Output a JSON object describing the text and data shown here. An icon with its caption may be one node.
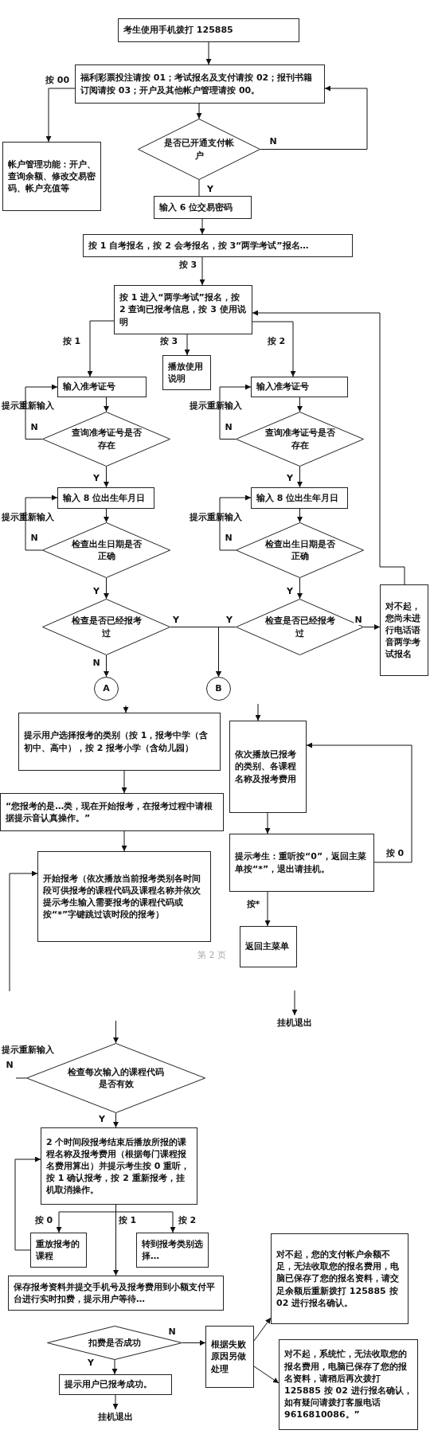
{
  "diagram": {
    "nodes": [
      {
        "text": [
          "考生使用手机拨打 125885"
        ]
      },
      {
        "text": [
          "福利彩票投注请按 01；考试报名及支付请按 02；报刊书籍订阅请按 03；开户及其他帐户管理请按 00。"
        ]
      },
      {
        "text": [
          "帐户管理功能：开户、查询余额、修改交易密码、帐户充值等"
        ]
      },
      {
        "text": [
          "是否已开通支付帐户"
        ]
      },
      {
        "text": [
          "输入 6 位交易密码"
        ]
      },
      {
        "text": [
          "按 1 自考报名，按 2 会考报名，按 3“两学考试”报名…"
        ]
      },
      {
        "text": [
          "按 1 进入“两学考试”报名，按 2 查询已报考信息，按 3 使用说明"
        ]
      },
      {
        "text": [
          "播放使用说明"
        ]
      },
      {
        "text": [
          "输入准考证号"
        ]
      },
      {
        "text": [
          "查询准考证号是否存在"
        ]
      },
      {
        "text": [
          "输入 8 位出生年月日"
        ]
      },
      {
        "text": [
          "检查出生日期是否正确"
        ]
      },
      {
        "text": [
          "检查是否已经报考过"
        ]
      },
      {
        "text": [
          "A"
        ]
      },
      {
        "text": [
          "B"
        ]
      },
      {
        "text": [
          "输入准考证号"
        ]
      },
      {
        "text": [
          "查询准考证号是否存在"
        ]
      },
      {
        "text": [
          "输入 8 位出生年月日"
        ]
      },
      {
        "text": [
          "检查出生日期是否正确"
        ]
      },
      {
        "text": [
          "检查是否已经报考过"
        ]
      },
      {
        "text": [
          "对不起，您尚未进行电话语音两学考试报名"
        ]
      },
      {
        "text": [
          "提示用户选择报考的类别（按 1，报考中学（含初中、高中），按 2 报考小学（含幼儿园）"
        ]
      },
      {
        "text": [
          "“您报考的是…类，现在开始报考，在报考过程中请根据提示音认真操作。”"
        ]
      },
      {
        "text": [
          "开始报考（依次播放当前报考类别各时间段可供报考的课程代码及课程名称并依次提示考生输入需要报考的课程代码或按“*”字键跳过该时段的报考）"
        ]
      },
      {
        "text": [
          "依次播放已报考的类别、各课程名称及报考费用"
        ]
      },
      {
        "text": [
          "提示考生：重听按“0”，返回主菜单按“*”，退出请挂机。"
        ]
      },
      {
        "text": [
          "返回主菜单"
        ]
      },
      {
        "text": [
          "挂机退出"
        ]
      },
      {
        "text": [
          "检查每次输入的课程代码是否有效"
        ]
      },
      {
        "text": [
          "2 个时间段报考结束后播放所报的课程名称及报考费用（根据每门课程报名费用算出）并提示考生按 0 重听，按 1 确认报考，按 2 重新报考，挂机取消操作。"
        ]
      },
      {
        "text": [
          "重放报考的课程"
        ]
      },
      {
        "text": [
          "转到报考类别选择…"
        ]
      },
      {
        "text": [
          "保存报考资料并提交手机号及报考费用到小额支付平台进行实时扣费，提示用户等待…"
        ]
      },
      {
        "text": [
          "扣费是否成功"
        ]
      },
      {
        "text": [
          "提示用户已报考成功。"
        ]
      },
      {
        "text": [
          "挂机退出"
        ]
      },
      {
        "text": [
          "根据失败原因另做处理"
        ]
      },
      {
        "text": [
          "对不起，您的支付帐户余额不足，无法收取您的报名费用，电脑已保存了您的报名资料，请交足余额后重新拨打 125885 按 02 进行报名确认。"
        ]
      },
      {
        "text": [
          "对不起，系统忙，无法收取您的报名费用，电脑已保存了您的报名资料，请稍后再次拨打 125885 按 02 进行报名确认，如有疑问请拨打客服电话 9616810086。”"
        ]
      }
    ],
    "edges": [
      {
        "from": 0,
        "to": 1,
        "arrow": "to"
      },
      {
        "from": 1,
        "to": 2,
        "arrow": "to",
        "label": "按 00"
      },
      {
        "from": 1,
        "to": 3,
        "arrow": "to"
      },
      {
        "from": 3,
        "to": 1,
        "arrow": "to",
        "label": "N"
      },
      {
        "from": 3,
        "to": 4,
        "arrow": "to",
        "label": "Y"
      },
      {
        "from": 4,
        "to": 5,
        "arrow": "to"
      },
      {
        "from": 5,
        "to": 6,
        "arrow": "to",
        "label": "按 3"
      },
      {
        "from": 6,
        "to": 8,
        "arrow": "to",
        "label": "按 1"
      },
      {
        "from": 6,
        "to": 7,
        "arrow": "to",
        "label": "按 3"
      },
      {
        "from": 6,
        "to": 15,
        "arrow": "to",
        "label": "按 2"
      },
      {
        "from": 8,
        "to": 9,
        "arrow": "to"
      },
      {
        "from": 9,
        "to": 8,
        "arrow": "to",
        "label": "N"
      },
      {
        "from": 9,
        "to": 10,
        "arrow": "to",
        "label": "Y"
      },
      {
        "from": 10,
        "to": 11,
        "arrow": "to"
      },
      {
        "from": 11,
        "to": 10,
        "arrow": "to",
        "label": "N"
      },
      {
        "from": 11,
        "to": 12,
        "arrow": "to",
        "label": "Y"
      },
      {
        "from": 12,
        "to": 13,
        "arrow": "to",
        "label": "N"
      },
      {
        "from": 12,
        "to": 14,
        "arrow": "to",
        "label": "Y"
      },
      {
        "from": 15,
        "to": 16,
        "arrow": "to"
      },
      {
        "from": 16,
        "to": 15,
        "arrow": "to",
        "label": "N"
      },
      {
        "from": 16,
        "to": 17,
        "arrow": "to",
        "label": "Y"
      },
      {
        "from": 17,
        "to": 18,
        "arrow": "to"
      },
      {
        "from": 18,
        "to": 17,
        "arrow": "to",
        "label": "N"
      },
      {
        "from": 18,
        "to": 19,
        "arrow": "to",
        "label": "Y"
      },
      {
        "from": 19,
        "to": 14,
        "arrow": "to",
        "label": "Y"
      },
      {
        "from": 19,
        "to": 20,
        "arrow": "to",
        "label": "N"
      },
      {
        "from": 20,
        "to": 6,
        "arrow": "to"
      },
      {
        "from": null,
        "to": 21,
        "arrow": "to"
      },
      {
        "from": null,
        "to": 24,
        "arrow": "to"
      },
      {
        "from": 21,
        "to": 22,
        "arrow": "to"
      },
      {
        "from": 22,
        "to": 23,
        "arrow": "to"
      },
      {
        "from": null,
        "to": 23,
        "arrow": "to"
      },
      {
        "from": 24,
        "to": 25,
        "arrow": "to"
      },
      {
        "from": 25,
        "to": 24,
        "arrow": "to",
        "label": "按 0"
      },
      {
        "from": 25,
        "to": 26,
        "arrow": "to",
        "label": "按*"
      },
      {
        "from": null,
        "to": 27,
        "arrow": "to"
      },
      {
        "from": null,
        "to": 28,
        "arrow": "to"
      },
      {
        "from": 28,
        "to": null,
        "arrow": "none",
        "label": "N"
      },
      {
        "from": 28,
        "to": 29,
        "arrow": "to",
        "label": "Y"
      },
      {
        "from": 29,
        "to": 30,
        "arrow": "to",
        "label": "按 0"
      },
      {
        "from": 29,
        "to": 31,
        "arrow": "to",
        "label": "按 2"
      },
      {
        "from": 29,
        "to": 32,
        "arrow": "to",
        "label": "按 1"
      },
      {
        "from": 30,
        "to": 29,
        "arrow": "to"
      },
      {
        "from": 33,
        "to": 36,
        "arrow": "to",
        "label": "N"
      },
      {
        "from": 33,
        "to": 34,
        "arrow": "to",
        "label": "Y"
      },
      {
        "from": 34,
        "to": 35,
        "arrow": "to"
      },
      {
        "from": 36,
        "to": 37,
        "arrow": "to"
      },
      {
        "from": 36,
        "to": 38,
        "arrow": "to"
      }
    ],
    "labels": [
      "提示重新输入",
      "提示重新输入",
      "提示重新输入",
      "提示重新输入",
      "第 2 页",
      "提示重新输入"
    ]
  }
}
